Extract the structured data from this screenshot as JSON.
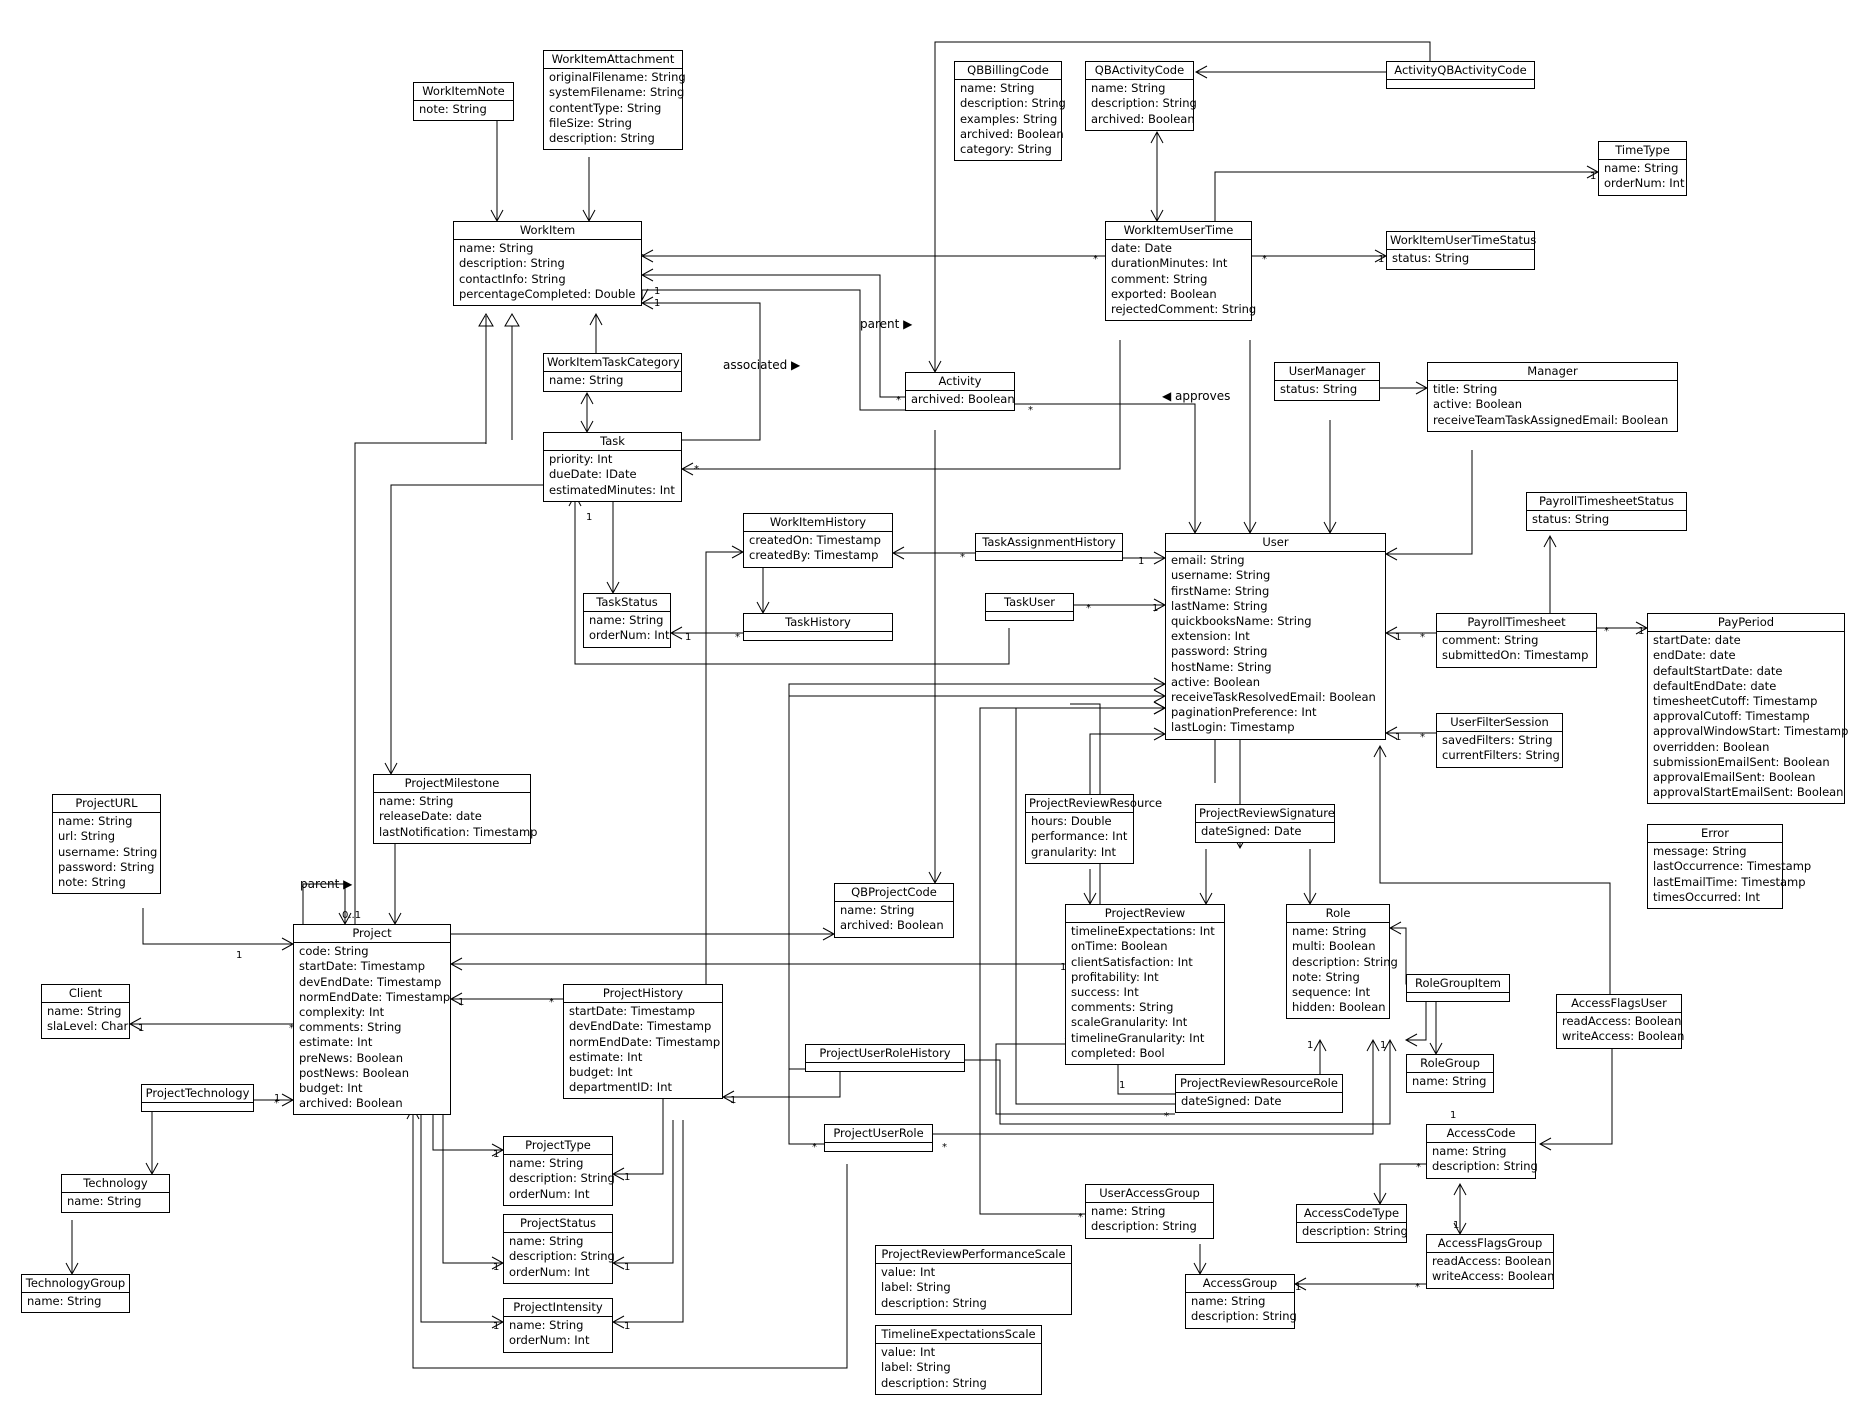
{
  "classes": [
    {
      "id": "WorkItemNote",
      "name": "WorkItemNote",
      "attrs": [
        "note: String"
      ]
    },
    {
      "id": "WorkItemAttachment",
      "name": "WorkItemAttachment",
      "attrs": [
        "originalFilename: String",
        "systemFilename: String",
        "contentType: String",
        "fileSize: String",
        "description: String"
      ]
    },
    {
      "id": "QBBillingCode",
      "name": "QBBillingCode",
      "attrs": [
        "name: String",
        "description: String",
        "examples: String",
        "archived: Boolean",
        "category: String"
      ]
    },
    {
      "id": "QBActivityCode",
      "name": "QBActivityCode",
      "attrs": [
        "name: String",
        "description: String",
        "archived: Boolean"
      ]
    },
    {
      "id": "ActivityQBActivityCode",
      "name": "ActivityQBActivityCode",
      "attrs": []
    },
    {
      "id": "TimeType",
      "name": "TimeType",
      "attrs": [
        "name: String",
        "orderNum: Int"
      ]
    },
    {
      "id": "WorkItem",
      "name": "WorkItem",
      "attrs": [
        "name: String",
        "description: String",
        "contactInfo: String",
        "percentageCompleted: Double"
      ]
    },
    {
      "id": "WorkItemUserTime",
      "name": "WorkItemUserTime",
      "attrs": [
        "date: Date",
        "durationMinutes: Int",
        "comment: String",
        "exported: Boolean",
        "rejectedComment: String"
      ]
    },
    {
      "id": "WorkItemUserTimeStatus",
      "name": "WorkItemUserTimeStatus",
      "attrs": [
        "status: String"
      ]
    },
    {
      "id": "WorkItemTaskCategory",
      "name": "WorkItemTaskCategory",
      "attrs": [
        "name: String"
      ]
    },
    {
      "id": "Activity",
      "name": "Activity",
      "attrs": [
        "archived: Boolean"
      ]
    },
    {
      "id": "UserManager",
      "name": "UserManager",
      "attrs": [
        "status: String"
      ]
    },
    {
      "id": "Manager",
      "name": "Manager",
      "attrs": [
        "title: String",
        "active: Boolean",
        "receiveTeamTaskAssignedEmail: Boolean"
      ]
    },
    {
      "id": "Task",
      "name": "Task",
      "attrs": [
        "priority: Int",
        "dueDate: IDate",
        "estimatedMinutes: Int"
      ]
    },
    {
      "id": "PayrollTimesheetStatus",
      "name": "PayrollTimesheetStatus",
      "attrs": [
        "status: String"
      ]
    },
    {
      "id": "WorkItemHistory",
      "name": "WorkItemHistory",
      "attrs": [
        "createdOn: Timestamp",
        "createdBy: Timestamp"
      ]
    },
    {
      "id": "TaskAssignmentHistory",
      "name": "TaskAssignmentHistory",
      "attrs": []
    },
    {
      "id": "User",
      "name": "User",
      "attrs": [
        "email: String",
        "username: String",
        "firstName: String",
        "lastName: String",
        "quickbooksName: String",
        "extension: Int",
        "password: String",
        "hostName: String",
        "active: Boolean",
        "receiveTaskResolvedEmail: Boolean",
        "paginationPreference: Int",
        "lastLogin: Timestamp"
      ]
    },
    {
      "id": "TaskStatus",
      "name": "TaskStatus",
      "attrs": [
        "name: String",
        "orderNum: Int"
      ]
    },
    {
      "id": "TaskUser",
      "name": "TaskUser",
      "attrs": []
    },
    {
      "id": "TaskHistory",
      "name": "TaskHistory",
      "attrs": []
    },
    {
      "id": "PayrollTimesheet",
      "name": "PayrollTimesheet",
      "attrs": [
        "comment: String",
        "submittedOn: Timestamp"
      ]
    },
    {
      "id": "PayPeriod",
      "name": "PayPeriod",
      "attrs": [
        "startDate: date",
        "endDate: date",
        "defaultStartDate: date",
        "defaultEndDate: date",
        "timesheetCutoff: Timestamp",
        "approvalCutoff: Timestamp",
        "approvalWindowStart: Timestamp",
        "overridden: Boolean",
        "submissionEmailSent: Boolean",
        "approvalEmailSent: Boolean",
        "approvalStartEmailSent: Boolean"
      ]
    },
    {
      "id": "UserFilterSession",
      "name": "UserFilterSession",
      "attrs": [
        "savedFilters: String",
        "currentFilters: String"
      ]
    },
    {
      "id": "ProjectURL",
      "name": "ProjectURL",
      "attrs": [
        "name: String",
        "url: String",
        "username: String",
        "password: String",
        "note: String"
      ]
    },
    {
      "id": "ProjectMilestone",
      "name": "ProjectMilestone",
      "attrs": [
        "name: String",
        "releaseDate: date",
        "lastNotification: Timestamp"
      ]
    },
    {
      "id": "ProjectReviewResource",
      "name": "ProjectReviewResource",
      "attrs": [
        "hours: Double",
        "performance: Int",
        "granularity: Int"
      ]
    },
    {
      "id": "ProjectReviewSignature",
      "name": "ProjectReviewSignature",
      "attrs": [
        "dateSigned: Date"
      ]
    },
    {
      "id": "Error",
      "name": "Error",
      "attrs": [
        "message: String",
        "lastOccurrence: Timestamp",
        "lastEmailTime: Timestamp",
        "timesOccurred: Int"
      ]
    },
    {
      "id": "QBProjectCode",
      "name": "QBProjectCode",
      "attrs": [
        "name: String",
        "archived: Boolean"
      ]
    },
    {
      "id": "Project",
      "name": "Project",
      "attrs": [
        "code: String",
        "startDate: Timestamp",
        "devEndDate: Timestamp",
        "normEndDate: Timestamp",
        "complexity: Int",
        "comments: String",
        "estimate: Int",
        "preNews: Boolean",
        "postNews: Boolean",
        "budget: Int",
        "archived: Boolean"
      ]
    },
    {
      "id": "ProjectReview",
      "name": "ProjectReview",
      "attrs": [
        "timelineExpectations: Int",
        "onTime: Boolean",
        "clientSatisfaction: Int",
        "profitability: Int",
        "success: Int",
        "comments: String",
        "scaleGranularity: Int",
        "timelineGranularity: Int",
        "completed: Bool"
      ]
    },
    {
      "id": "Role",
      "name": "Role",
      "attrs": [
        "name: String",
        "multi: Boolean",
        "description: String",
        "note: String",
        "sequence: Int",
        "hidden: Boolean"
      ]
    },
    {
      "id": "Client",
      "name": "Client",
      "attrs": [
        "name: String",
        "slaLevel: Char"
      ]
    },
    {
      "id": "ProjectHistory",
      "name": "ProjectHistory",
      "attrs": [
        "startDate: Timestamp",
        "devEndDate: Timestamp",
        "normEndDate: Timestamp",
        "estimate: Int",
        "budget: Int",
        "departmentID: Int"
      ]
    },
    {
      "id": "RoleGroupItem",
      "name": "RoleGroupItem",
      "attrs": []
    },
    {
      "id": "AccessFlagsUser",
      "name": "AccessFlagsUser",
      "attrs": [
        "readAccess: Boolean",
        "writeAccess: Boolean"
      ]
    },
    {
      "id": "ProjectUserRoleHistory",
      "name": "ProjectUserRoleHistory",
      "attrs": []
    },
    {
      "id": "RoleGroup",
      "name": "RoleGroup",
      "attrs": [
        "name: String"
      ]
    },
    {
      "id": "ProjectTechnology",
      "name": "ProjectTechnology",
      "attrs": []
    },
    {
      "id": "ProjectReviewResourceRole",
      "name": "ProjectReviewResourceRole",
      "attrs": [
        "dateSigned: Date"
      ]
    },
    {
      "id": "ProjectUserRole",
      "name": "ProjectUserRole",
      "attrs": []
    },
    {
      "id": "ProjectType",
      "name": "ProjectType",
      "attrs": [
        "name: String",
        "description: String",
        "orderNum: Int"
      ]
    },
    {
      "id": "AccessCode",
      "name": "AccessCode",
      "attrs": [
        "name: String",
        "description: String"
      ]
    },
    {
      "id": "Technology",
      "name": "Technology",
      "attrs": [
        "name: String"
      ]
    },
    {
      "id": "UserAccessGroup",
      "name": "UserAccessGroup",
      "attrs": [
        "name: String",
        "description: String"
      ]
    },
    {
      "id": "AccessCodeType",
      "name": "AccessCodeType",
      "attrs": [
        "description: String"
      ]
    },
    {
      "id": "ProjectStatus",
      "name": "ProjectStatus",
      "attrs": [
        "name: String",
        "description: String",
        "orderNum: Int"
      ]
    },
    {
      "id": "AccessFlagsGroup",
      "name": "AccessFlagsGroup",
      "attrs": [
        "readAccess: Boolean",
        "writeAccess: Boolean"
      ]
    },
    {
      "id": "ProjectReviewPerformanceScale",
      "name": "ProjectReviewPerformanceScale",
      "attrs": [
        "value: Int",
        "label: String",
        "description: String"
      ]
    },
    {
      "id": "AccessGroup",
      "name": "AccessGroup",
      "attrs": [
        "name: String",
        "description: String"
      ]
    },
    {
      "id": "TechnologyGroup",
      "name": "TechnologyGroup",
      "attrs": [
        "name: String"
      ]
    },
    {
      "id": "ProjectIntensity",
      "name": "ProjectIntensity",
      "attrs": [
        "name: String",
        "orderNum: Int"
      ]
    },
    {
      "id": "TimelineExpectationsScale",
      "name": "TimelineExpectationsScale",
      "attrs": [
        "value: Int",
        "label: String",
        "description: String"
      ]
    }
  ],
  "association_labels": {
    "parent_workitem": "parent ▶",
    "associated": "associated ▶",
    "approves": "◀  approves",
    "parent_project": "parent ▶"
  }
}
